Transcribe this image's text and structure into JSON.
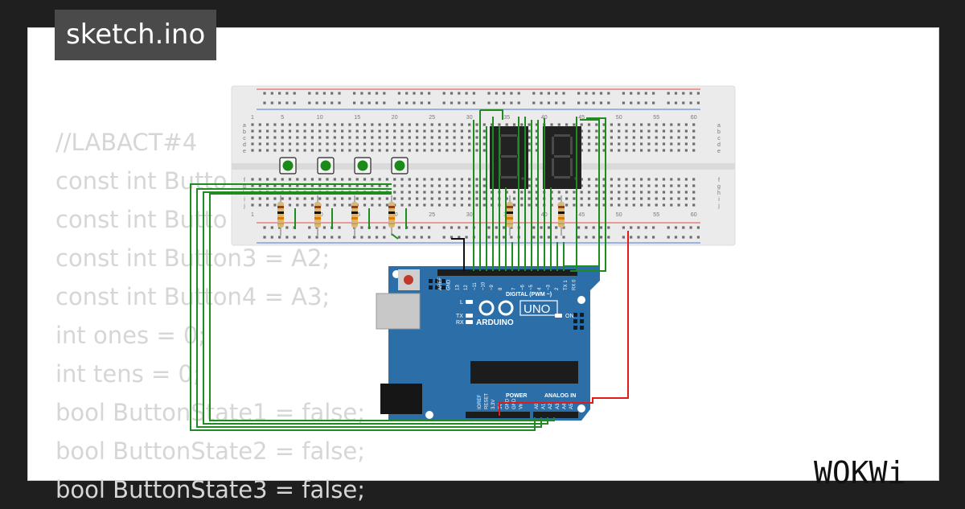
{
  "header": {
    "filename": "sketch.ino"
  },
  "code_lines": [
    "//LABACT#4",
    "const int Butto",
    "const int Butto",
    "const int Button3 = A2;",
    "const int Button4 = A3;",
    "int ones = 0;",
    "int tens = 0;",
    "bool ButtonState1 = false;",
    "bool ButtonState2 = false;",
    "bool ButtonState3 = false;"
  ],
  "breadboard": {
    "column_numbers": [
      "1",
      "5",
      "10",
      "15",
      "20",
      "25",
      "30",
      "35",
      "40",
      "45",
      "50",
      "55",
      "60"
    ],
    "row_letters_top": [
      "a",
      "b",
      "c",
      "d",
      "e"
    ],
    "row_letters_bottom": [
      "f",
      "g",
      "h",
      "i",
      "j"
    ]
  },
  "arduino": {
    "brand": "ARDUINO",
    "model": "UNO",
    "digital_label": "DIGITAL (PWM ~)",
    "power_label": "POWER",
    "analog_label": "ANALOG IN",
    "on_label": "ON",
    "l_label": "L",
    "tx_label": "TX",
    "rx_label": "RX",
    "top_pins": [
      "AREF",
      "GND",
      "13",
      "12",
      "~11",
      "~10",
      "~9",
      "8",
      "7",
      "~6",
      "~5",
      "4",
      "~3",
      "2",
      "TX 1",
      "RX 0"
    ],
    "power_pins": [
      "IOREF",
      "RESET",
      "3.3V",
      "5V",
      "GND",
      "GND",
      "Vin"
    ],
    "analog_pins": [
      "A0",
      "A1",
      "A2",
      "A3",
      "A4",
      "A5"
    ]
  },
  "logo_text": "WOKWi",
  "colors": {
    "background": "#1f1f1f",
    "board": "#2c6ea8",
    "wire_green": "#1e8c1e",
    "wire_red": "#e01b1b",
    "wire_black": "#111111",
    "display_body": "#222222",
    "button_cap": "#1a8a1a"
  }
}
